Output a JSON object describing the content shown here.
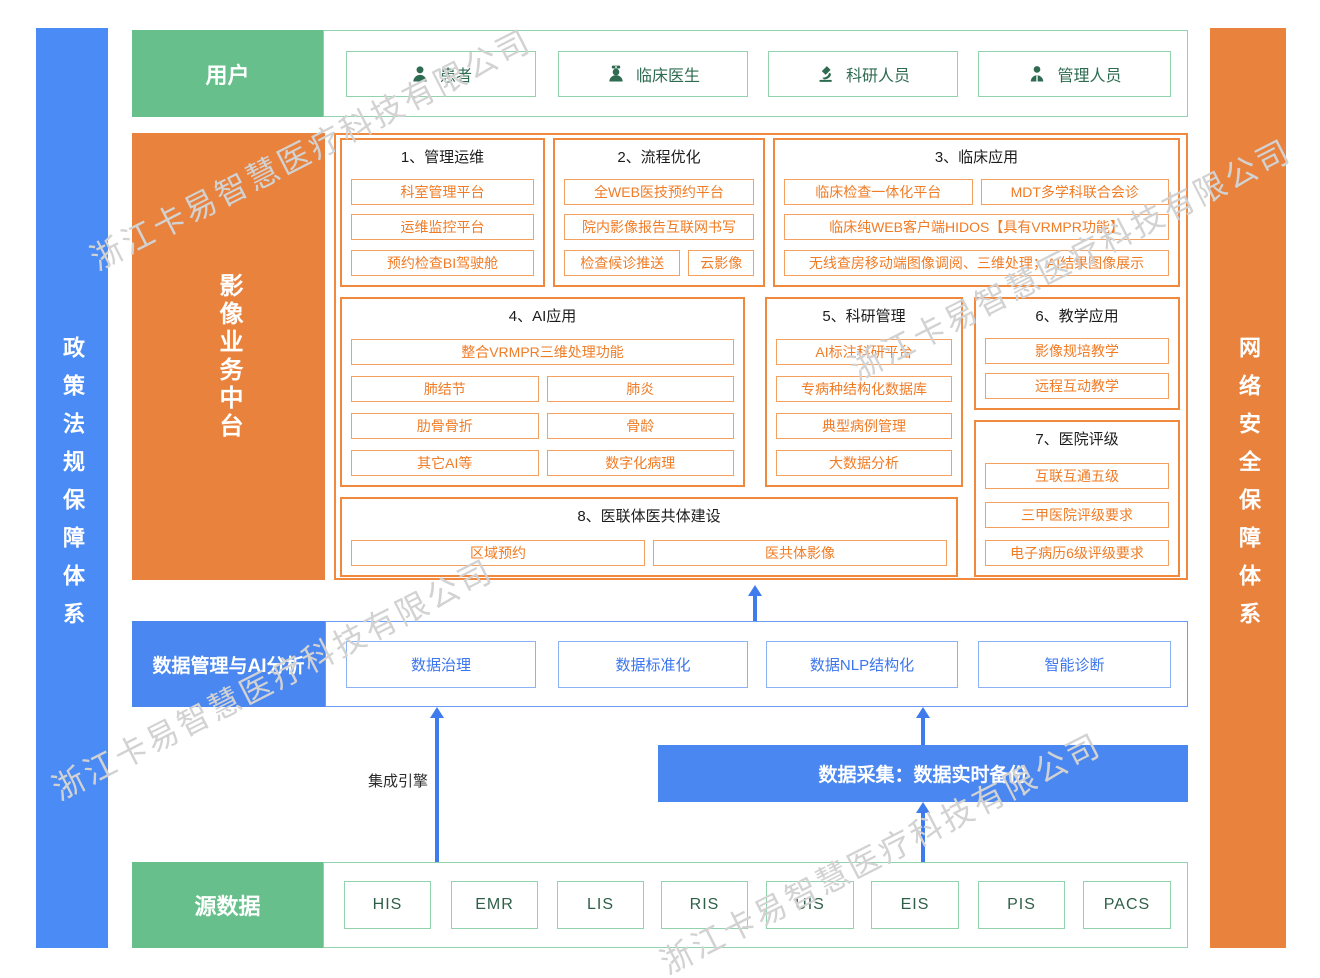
{
  "watermark": {
    "text": "浙江卡易智慧医疗科技有限公司"
  },
  "bars": {
    "left": "政策法规保障体系",
    "right": "网络安全保障体系"
  },
  "users": {
    "label": "用户",
    "items": [
      {
        "label": "患者",
        "icon": "patient-icon"
      },
      {
        "label": "临床医生",
        "icon": "doctor-icon"
      },
      {
        "label": "科研人员",
        "icon": "microscope-icon"
      },
      {
        "label": "管理人员",
        "icon": "manager-icon"
      }
    ]
  },
  "platform": {
    "label": "影像业务中台",
    "sections": [
      {
        "title": "1、管理运维",
        "items": [
          "科室管理平台",
          "运维监控平台",
          "预约检查BI驾驶舱"
        ]
      },
      {
        "title": "2、流程优化",
        "items": [
          "全WEB医技预约平台",
          "院内影像报告互联网书写",
          "检查候诊推送",
          "云影像"
        ]
      },
      {
        "title": "3、临床应用",
        "items": [
          "临床检查一体化平台",
          "MDT多学科联合会诊",
          "临床纯WEB客户端HIDOS【具有VRMPR功能】",
          "无线查房移动端图像调阅、三维处理；AI结果图像展示"
        ]
      },
      {
        "title": "4、AI应用",
        "items": [
          "整合VRMPR三维处理功能",
          "肺结节",
          "肺炎",
          "肋骨骨折",
          "骨龄",
          "其它AI等",
          "数字化病理"
        ]
      },
      {
        "title": "5、科研管理",
        "items": [
          "AI标注科研平台",
          "专病种结构化数据库",
          "典型病例管理",
          "大数据分析"
        ]
      },
      {
        "title": "6、教学应用",
        "items": [
          "影像规培教学",
          "远程互动教学"
        ]
      },
      {
        "title": "7、医院评级",
        "items": [
          "互联互通五级",
          "三甲医院评级要求",
          "电子病历6级评级要求"
        ]
      },
      {
        "title": "8、医联体医共体建设",
        "items": [
          "区域预约",
          "医共体影像"
        ]
      }
    ]
  },
  "data_mgmt": {
    "label": "数据管理与AI分析",
    "items": [
      {
        "label": "数据治理"
      },
      {
        "label": "数据标准化"
      },
      {
        "label": "数据NLP结构化"
      },
      {
        "label": "智能诊断"
      }
    ]
  },
  "middle": {
    "integration_engine": "集成引擎",
    "collection": "数据采集：数据实时备份"
  },
  "source": {
    "label": "源数据",
    "items": [
      {
        "label": "HIS"
      },
      {
        "label": "EMR"
      },
      {
        "label": "LIS"
      },
      {
        "label": "RIS"
      },
      {
        "label": "UIS"
      },
      {
        "label": "EIS"
      },
      {
        "label": "PIS"
      },
      {
        "label": "PACS"
      }
    ]
  },
  "colors": {
    "green": "#67c08b",
    "orange": "#e8823c",
    "blue": "#4a87f0",
    "arrow_blue": "#3e7ced",
    "orange_text": "#f07c26",
    "green_text": "#2e6b50",
    "blue_text": "#3b76ee",
    "watermark_gray": "#d2d2d2"
  }
}
